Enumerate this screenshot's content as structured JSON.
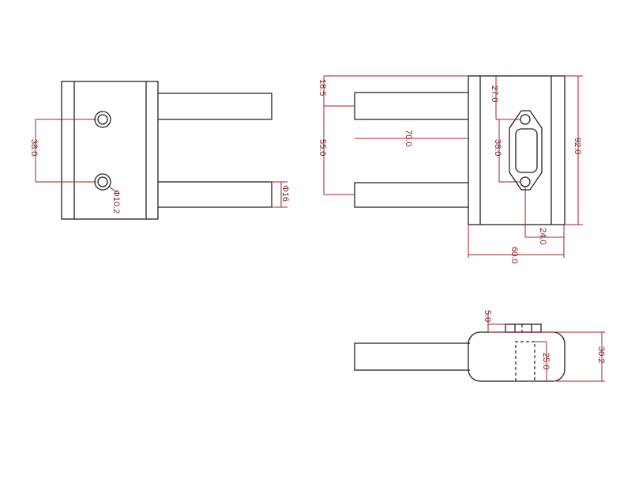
{
  "colors": {
    "outline": "#222222",
    "dimension": "#a0202a",
    "background": "#ffffff"
  },
  "left_view": {
    "hole_spacing": "38.0",
    "hole_diameter": "Φ10.2",
    "rod_diameter": "Φ16"
  },
  "right_view": {
    "top_offset": "18.5",
    "rod_spacing": "55.0",
    "rod_length": "70.0",
    "hole_offset": "27.0",
    "hole_spacing": "38.0",
    "height": "92.0",
    "hole_edge_distance": "24.0",
    "width": "60.0"
  },
  "bottom_view": {
    "nub_height": "5.0",
    "bore_depth": "25.0",
    "thickness": "30.2"
  }
}
